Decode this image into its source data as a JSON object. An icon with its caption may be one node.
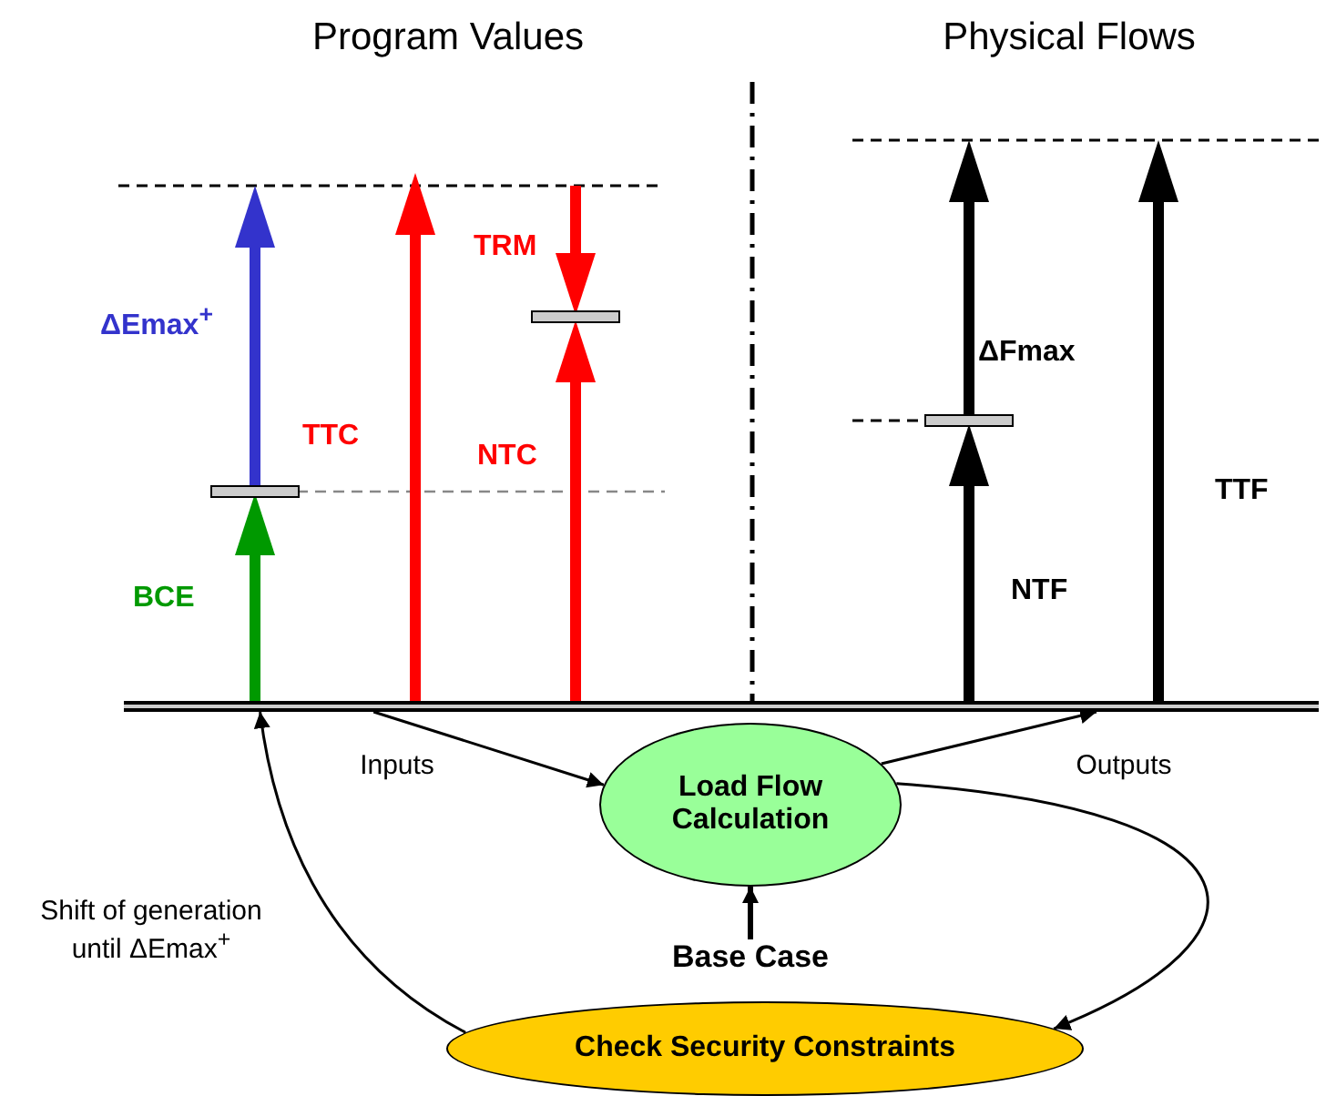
{
  "diagram": {
    "nodes": [
      {
        "text": [],
        "shape": "bar"
      },
      {
        "text": [
          "Load Flow Calculation"
        ]
      },
      {
        "text": [
          "Base Case"
        ]
      },
      {
        "text": [
          "Check Security Constraints"
        ]
      }
    ],
    "edges": [
      {
        "from": 0,
        "to": 1,
        "arrow": "to",
        "label": "Inputs"
      },
      {
        "from": 1,
        "to": 0,
        "arrow": "to",
        "label": "Outputs"
      },
      {
        "from": 2,
        "to": 1,
        "arrow": "to",
        "style": "thick"
      },
      {
        "from": 1,
        "to": 3,
        "arrow": "to"
      },
      {
        "from": 3,
        "to": 0,
        "arrow": "to",
        "label": "Shift of generation until ΔEmax$^{+}$"
      }
    ],
    "labels": [
      "Program Values",
      "Physical Flows",
      "ΔEmax$^{+}$",
      "TTC",
      "TRM",
      "NTC",
      "BCE",
      "ΔFmax",
      "NTF",
      "TTF"
    ]
  }
}
